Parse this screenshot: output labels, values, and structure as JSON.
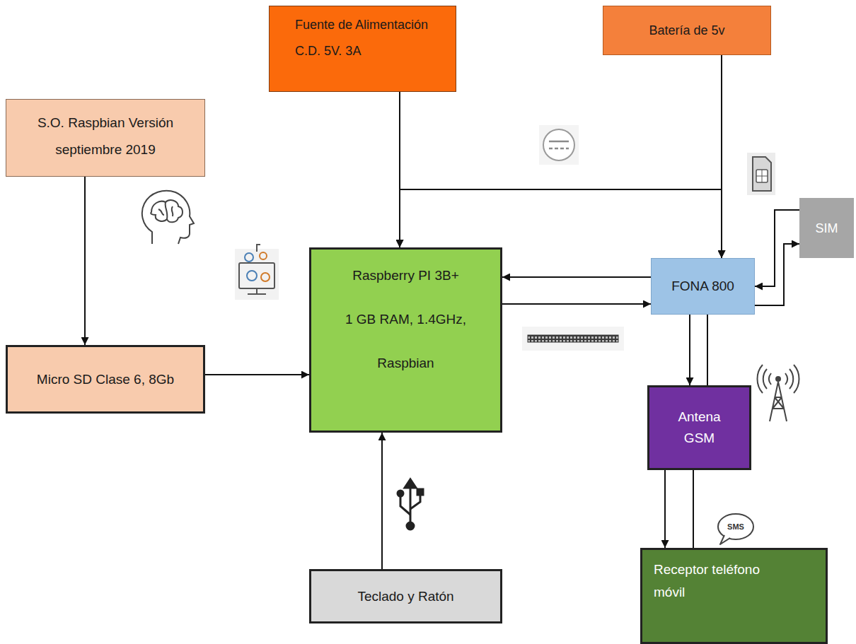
{
  "diagram": {
    "nodes": [
      {
        "text": [
          "Fuente de Alimentación C.D. 5V. 3A"
        ]
      },
      {
        "text": [
          "Batería de 5v"
        ]
      },
      {
        "text": [
          "S.O. Raspbian Versión septiembre 2019"
        ]
      },
      {
        "text": [
          "Micro SD Clase 6, 8Gb"
        ]
      },
      {
        "text": [
          "Raspberry PI 3B+",
          "1 GB RAM, 1.4GHz, Raspbian"
        ]
      },
      {
        "text": [
          "FONA 800"
        ]
      },
      {
        "text": [
          "SIM"
        ]
      },
      {
        "text": [
          "Antena GSM"
        ]
      },
      {
        "text": [
          "Teclado y Ratón"
        ]
      },
      {
        "text": [
          "Receptor teléfono móvil"
        ]
      }
    ],
    "edges": [
      {
        "from": 0,
        "to": 4,
        "arrow": "to"
      },
      {
        "from": 0,
        "to": 5,
        "arrow": "to"
      },
      {
        "from": 1,
        "to": 4,
        "arrow": "to"
      },
      {
        "from": 1,
        "to": 5,
        "arrow": "to"
      },
      {
        "from": 2,
        "to": 3,
        "arrow": "to"
      },
      {
        "from": 3,
        "to": 4,
        "arrow": "to"
      },
      {
        "from": 5,
        "to": 4,
        "arrow": "to"
      },
      {
        "from": 4,
        "to": 5,
        "arrow": "to"
      },
      {
        "from": 6,
        "to": 5,
        "arrow": "to"
      },
      {
        "from": 5,
        "to": 6,
        "arrow": "to"
      },
      {
        "from": 5,
        "to": 7,
        "arrow": "to"
      },
      {
        "from": 7,
        "to": 5,
        "arrow": "to"
      },
      {
        "from": 7,
        "to": 9,
        "arrow": "to"
      },
      {
        "from": 9,
        "to": 7,
        "arrow": "to"
      },
      {
        "from": 8,
        "to": 4,
        "arrow": "to"
      }
    ],
    "labels": [
      "SMS"
    ]
  }
}
